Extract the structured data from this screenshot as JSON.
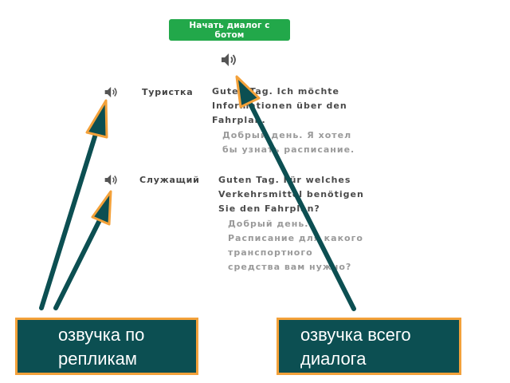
{
  "start_button": {
    "label": "Начать диалог с ботом"
  },
  "dialog": {
    "full_audio_icon": "speaker-icon",
    "replicas": [
      {
        "speaker": "Туристка",
        "german": [
          "Guten Tag. Ich möchte",
          "Informationen über den",
          "Fahrplan."
        ],
        "russian": [
          "Добрый день. Я хотел",
          "бы узнать расписание."
        ]
      },
      {
        "speaker": "Служащий",
        "german": [
          "Guten Tag. Für welches",
          "Verkehrsmittel benötigen",
          "Sie den Fahrplan?"
        ],
        "russian": [
          "Добрый день.",
          "Расписание для какого",
          "транспортного",
          "средства вам нужно?"
        ]
      }
    ]
  },
  "callouts": {
    "per_replica": [
      "озвучка по",
      "репликам"
    ],
    "whole_dialog": [
      "озвучка всего",
      "диалога"
    ]
  },
  "colors": {
    "button_green": "#22a84a",
    "callout_fill": "#0c4f52",
    "callout_border": "#f3a13a",
    "arrow": "#0c4f52"
  }
}
